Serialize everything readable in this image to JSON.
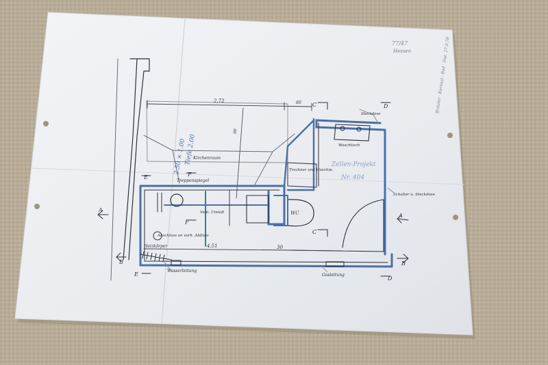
{
  "colors": {
    "carpet": "#b9ad98",
    "paper": "#eef0f4",
    "ink_blue": "#4a6fa8",
    "ink_dark": "#2b2f3a",
    "pencil": "#7d7f86"
  },
  "labels": {
    "archive_number": "77/47",
    "archive_place": "Hessen",
    "corner_note": "Bräuler · Kursaal · Bad · Dat. 27.9.78",
    "dim_top_width": "2.72",
    "dim_top_right": "60",
    "dim_bottom_left": "4.51",
    "dim_bottom_right": "30",
    "dim_vertical": "90",
    "blue_note_line1": "2.50 × 1.00",
    "blue_note_line2": "Tiefe 2.00",
    "ceiling_slope": "Kirchenraum",
    "corridor_label": "Treppenspiegel",
    "dryer_label": "Trockner und Waschm.",
    "room_label": "Zellen-Projekt",
    "room_number": "Nr. 404",
    "switch_label": "Schalter u. Steckdose",
    "outlet_label": "Steckdose",
    "washbasin_label": "Waschtisch",
    "wc_label": "WC",
    "heater_label": "Heizkörper",
    "water_pipe_label": "Wasserleitung",
    "gas_pipe_label": "Gasleitung",
    "vent_label": "Vent. Umluft",
    "connection_label": "Anschluss an vorh. Abfluss",
    "section_a": "A",
    "section_b": "B",
    "section_c": "C",
    "section_d": "D",
    "section_e": "E",
    "section_f": "F"
  }
}
